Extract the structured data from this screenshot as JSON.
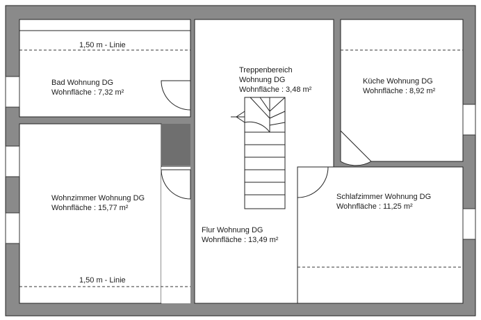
{
  "rooms": {
    "bad": {
      "name": "Bad Wohnung DG",
      "area": "Wohnfläche : 7,32 m²"
    },
    "treppe": {
      "name_line1": "Treppenbereich",
      "name_line2": "Wohnung DG",
      "area": "Wohnfläche : 3,48 m²"
    },
    "kueche": {
      "name": "Küche Wohnung DG",
      "area": "Wohnfläche : 8,92 m²"
    },
    "wohnzimmer": {
      "name": "Wohnzimmer Wohnung DG",
      "area": "Wohnfläche : 15,77 m²"
    },
    "schlafzimmer": {
      "name": "Schlafzimmer Wohnung DG",
      "area": "Wohnfläche : 11,25 m²"
    },
    "flur": {
      "name": "Flur Wohnung DG",
      "area": "Wohnfläche : 13,49 m²"
    }
  },
  "lines": {
    "top": "1,50 m - Linie",
    "bottom": "1,50 m - Linie"
  }
}
